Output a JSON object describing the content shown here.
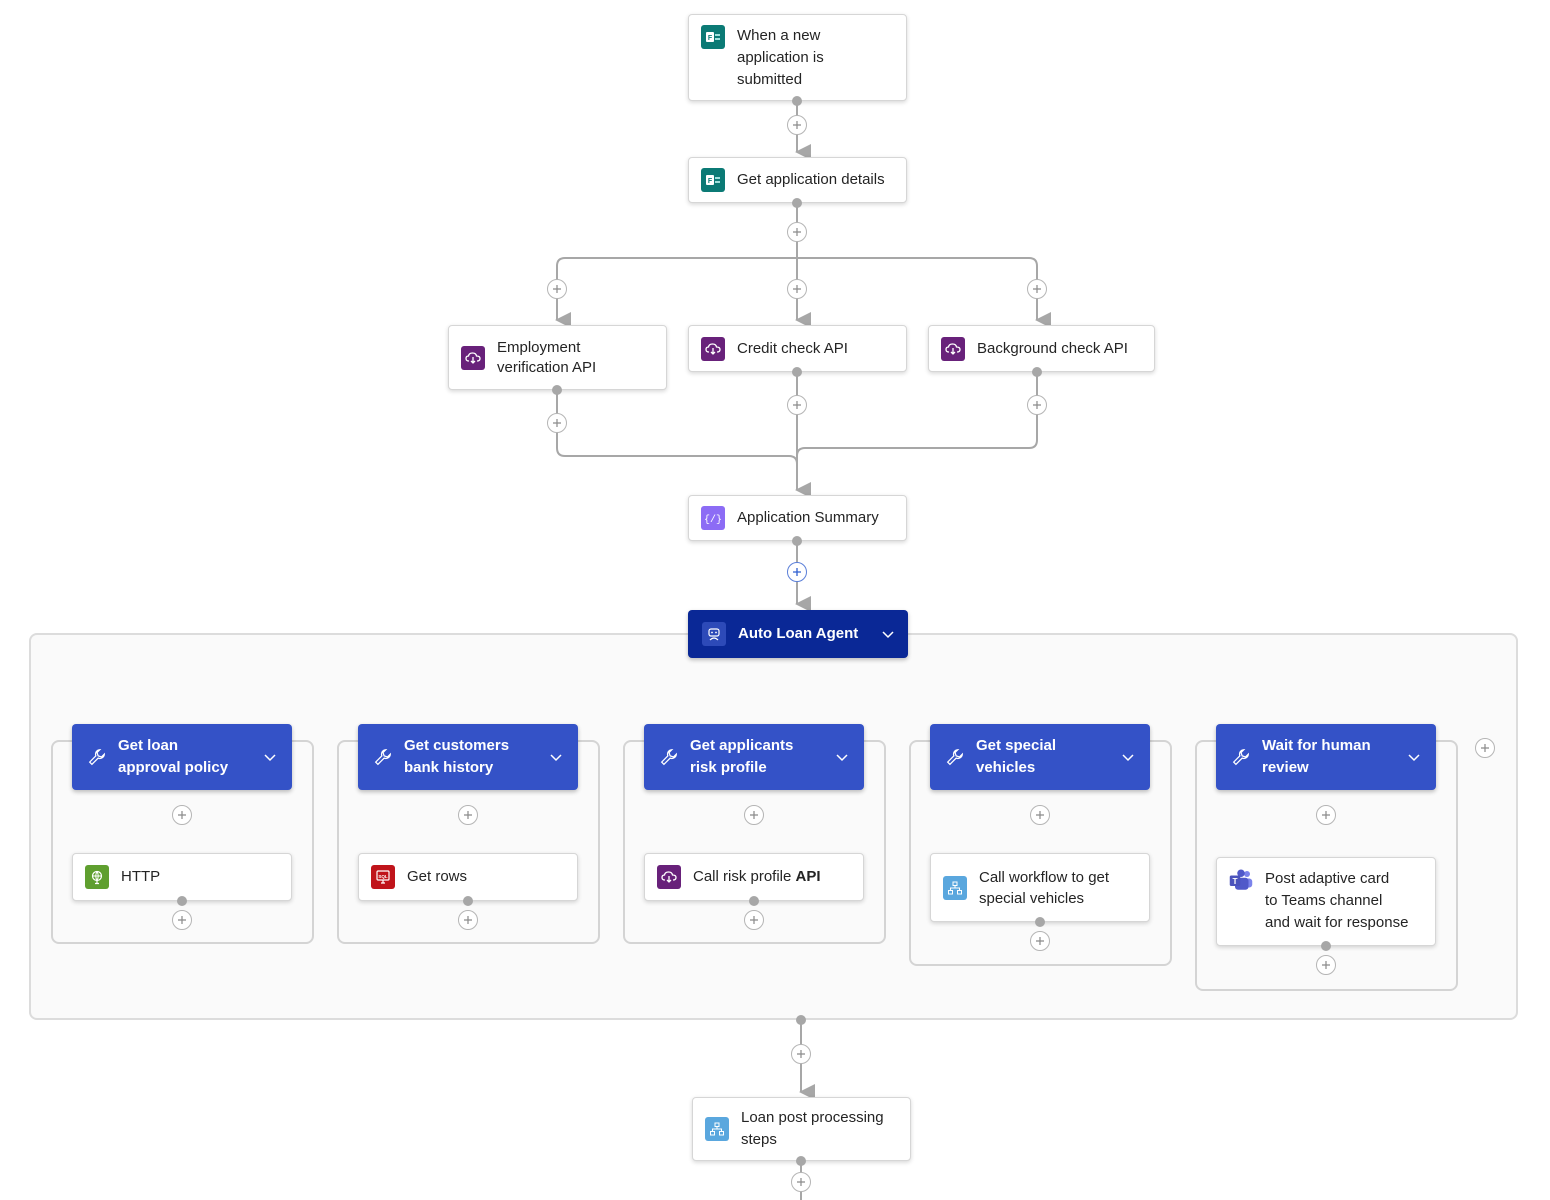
{
  "colors": {
    "agent_bg": "#0a2896",
    "tool_bg": "#3452c7",
    "connector": "#a7a7a7",
    "forms_teal": "#0b7a75",
    "api_purple": "#68217a",
    "compose_violet": "#8c6cf5",
    "http_green": "#5f9f2f",
    "sql_red": "#c0141b",
    "workflow_blue": "#5aa7de",
    "teams_indigo": "#5059c9"
  },
  "nodes": {
    "trigger": {
      "label": "When a new\napplication is\nsubmitted",
      "icon": "microsoft-forms-icon"
    },
    "get_details": {
      "label": "Get application details",
      "icon": "microsoft-forms-icon"
    },
    "employment": {
      "label": "Employment\nverification API",
      "icon": "custom-api-icon"
    },
    "credit": {
      "label": "Credit check API",
      "icon": "custom-api-icon"
    },
    "background": {
      "label": "Background check API",
      "icon": "custom-api-icon"
    },
    "summary": {
      "label": "Application Summary",
      "icon": "compose-icon"
    },
    "post_processing": {
      "label": "Loan post processing\nsteps",
      "icon": "workflow-icon"
    }
  },
  "agent": {
    "label": "Auto Loan Agent",
    "icon": "agent-icon"
  },
  "tools": [
    {
      "label": "Get loan\napproval policy",
      "icon": "wrench-icon",
      "action": {
        "label": "HTTP",
        "icon": "http-icon"
      }
    },
    {
      "label": "Get customers\nbank history",
      "icon": "wrench-icon",
      "action": {
        "label": "Get rows",
        "icon": "sql-icon"
      }
    },
    {
      "label": "Get applicants\nrisk profile",
      "icon": "wrench-icon",
      "action": {
        "label_prefix": "Call risk profile ",
        "label_bold": "API",
        "icon": "custom-api-icon"
      }
    },
    {
      "label": "Get special\nvehicles",
      "icon": "wrench-icon",
      "action": {
        "label": "Call workflow to get\nspecial vehicles",
        "icon": "workflow-icon"
      }
    },
    {
      "label": "Wait for human\nreview",
      "icon": "wrench-icon",
      "action": {
        "label": "Post adaptive card\nto Teams channel\nand wait for response",
        "icon": "teams-icon"
      }
    }
  ]
}
